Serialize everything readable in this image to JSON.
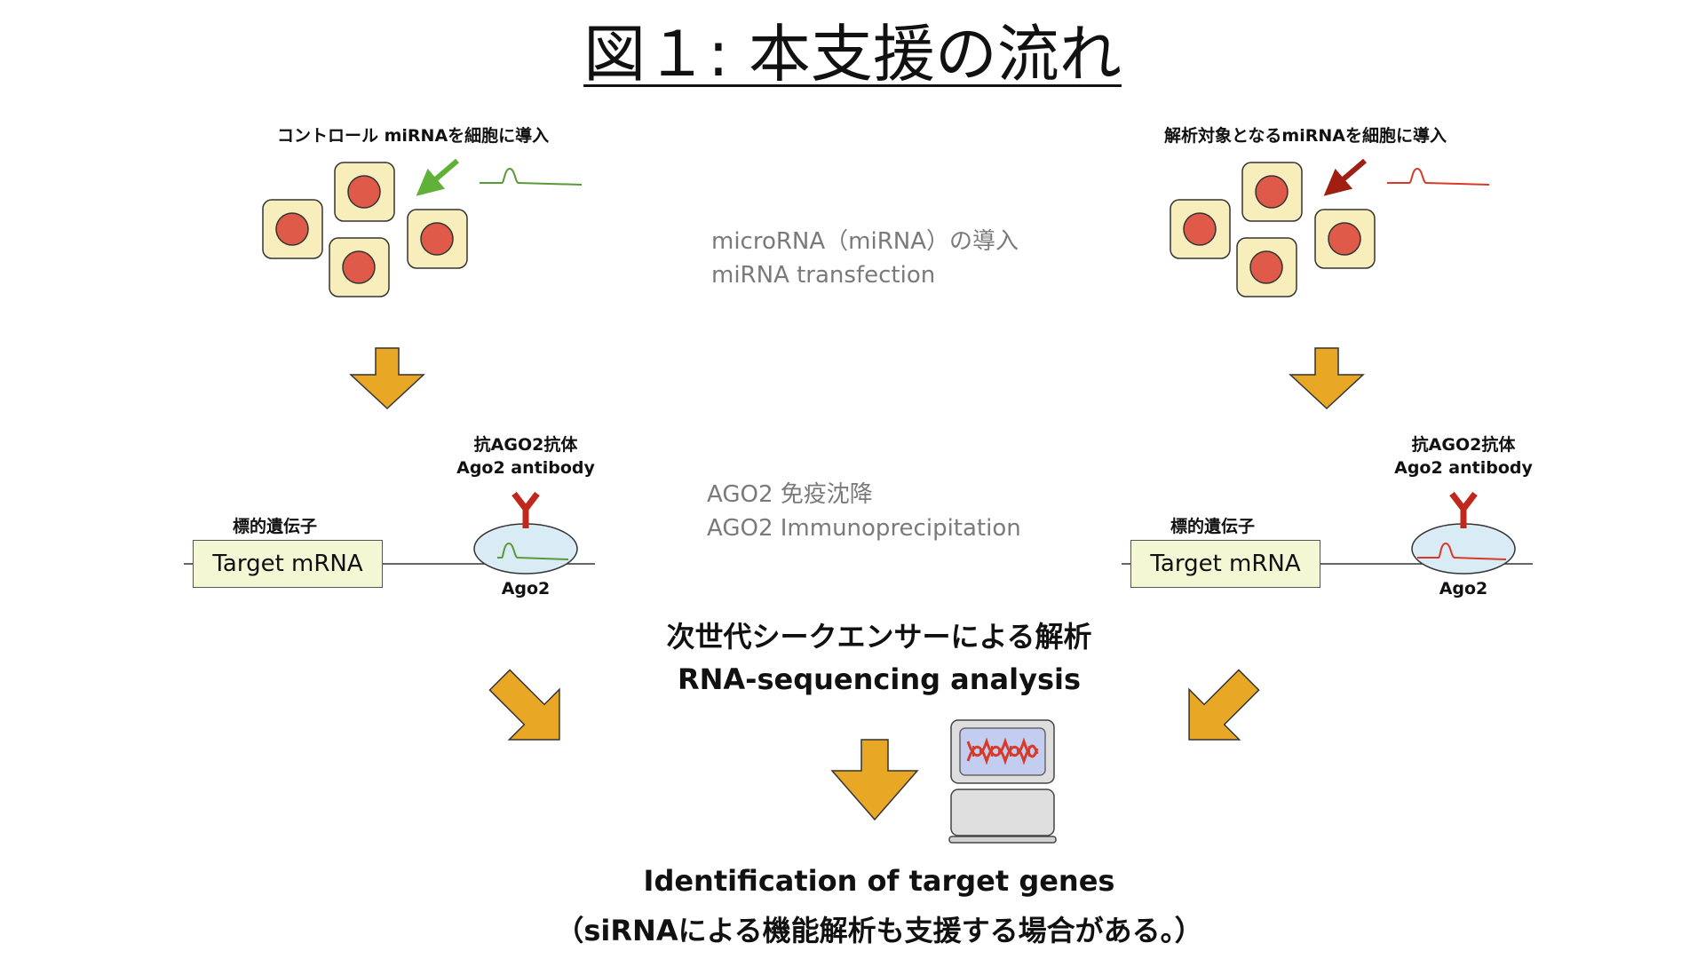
{
  "title": "図１: 本支援の流れ",
  "left": {
    "cells_caption": "コントロール miRNAを細胞に導入",
    "antibody_jp": "抗AGO2抗体",
    "antibody_en": "Ago2 antibody",
    "gene_jp": "標的遺伝子",
    "target_box": "Target mRNA",
    "ago2": "Ago2"
  },
  "right": {
    "cells_caption": "解析対象となるmiRNAを細胞に導入",
    "antibody_jp": "抗AGO2抗体",
    "antibody_en": "Ago2 antibody",
    "gene_jp": "標的遺伝子",
    "target_box": "Target mRNA",
    "ago2": "Ago2"
  },
  "steps": {
    "transfection_jp": "microRNA（miRNA）の導入",
    "transfection_en": "miRNA transfection",
    "ip_jp": "AGO2 免疫沈降",
    "ip_en": "AGO2 Immunoprecipitation",
    "seq_jp": "次世代シークエンサーによる解析",
    "seq_en": "RNA-sequencing analysis",
    "result_en": "Identification of target genes",
    "result_jp": "（siRNAによる機能解析も支援する場合がある。）"
  },
  "colors": {
    "arrow": "#e9a726",
    "cell_fill": "#f8eebb",
    "nucleus": "#e05a4a",
    "control_mirna": "#5a9a35",
    "target_mirna": "#d83a2a",
    "antibody": "#c0281c",
    "ago2_fill": "#d9ecf6",
    "target_box_fill": "#f3f7d3"
  },
  "icons": [
    "green-arrow-icon",
    "red-arrow-icon",
    "dna-computer-icon",
    "antibody-icon"
  ]
}
